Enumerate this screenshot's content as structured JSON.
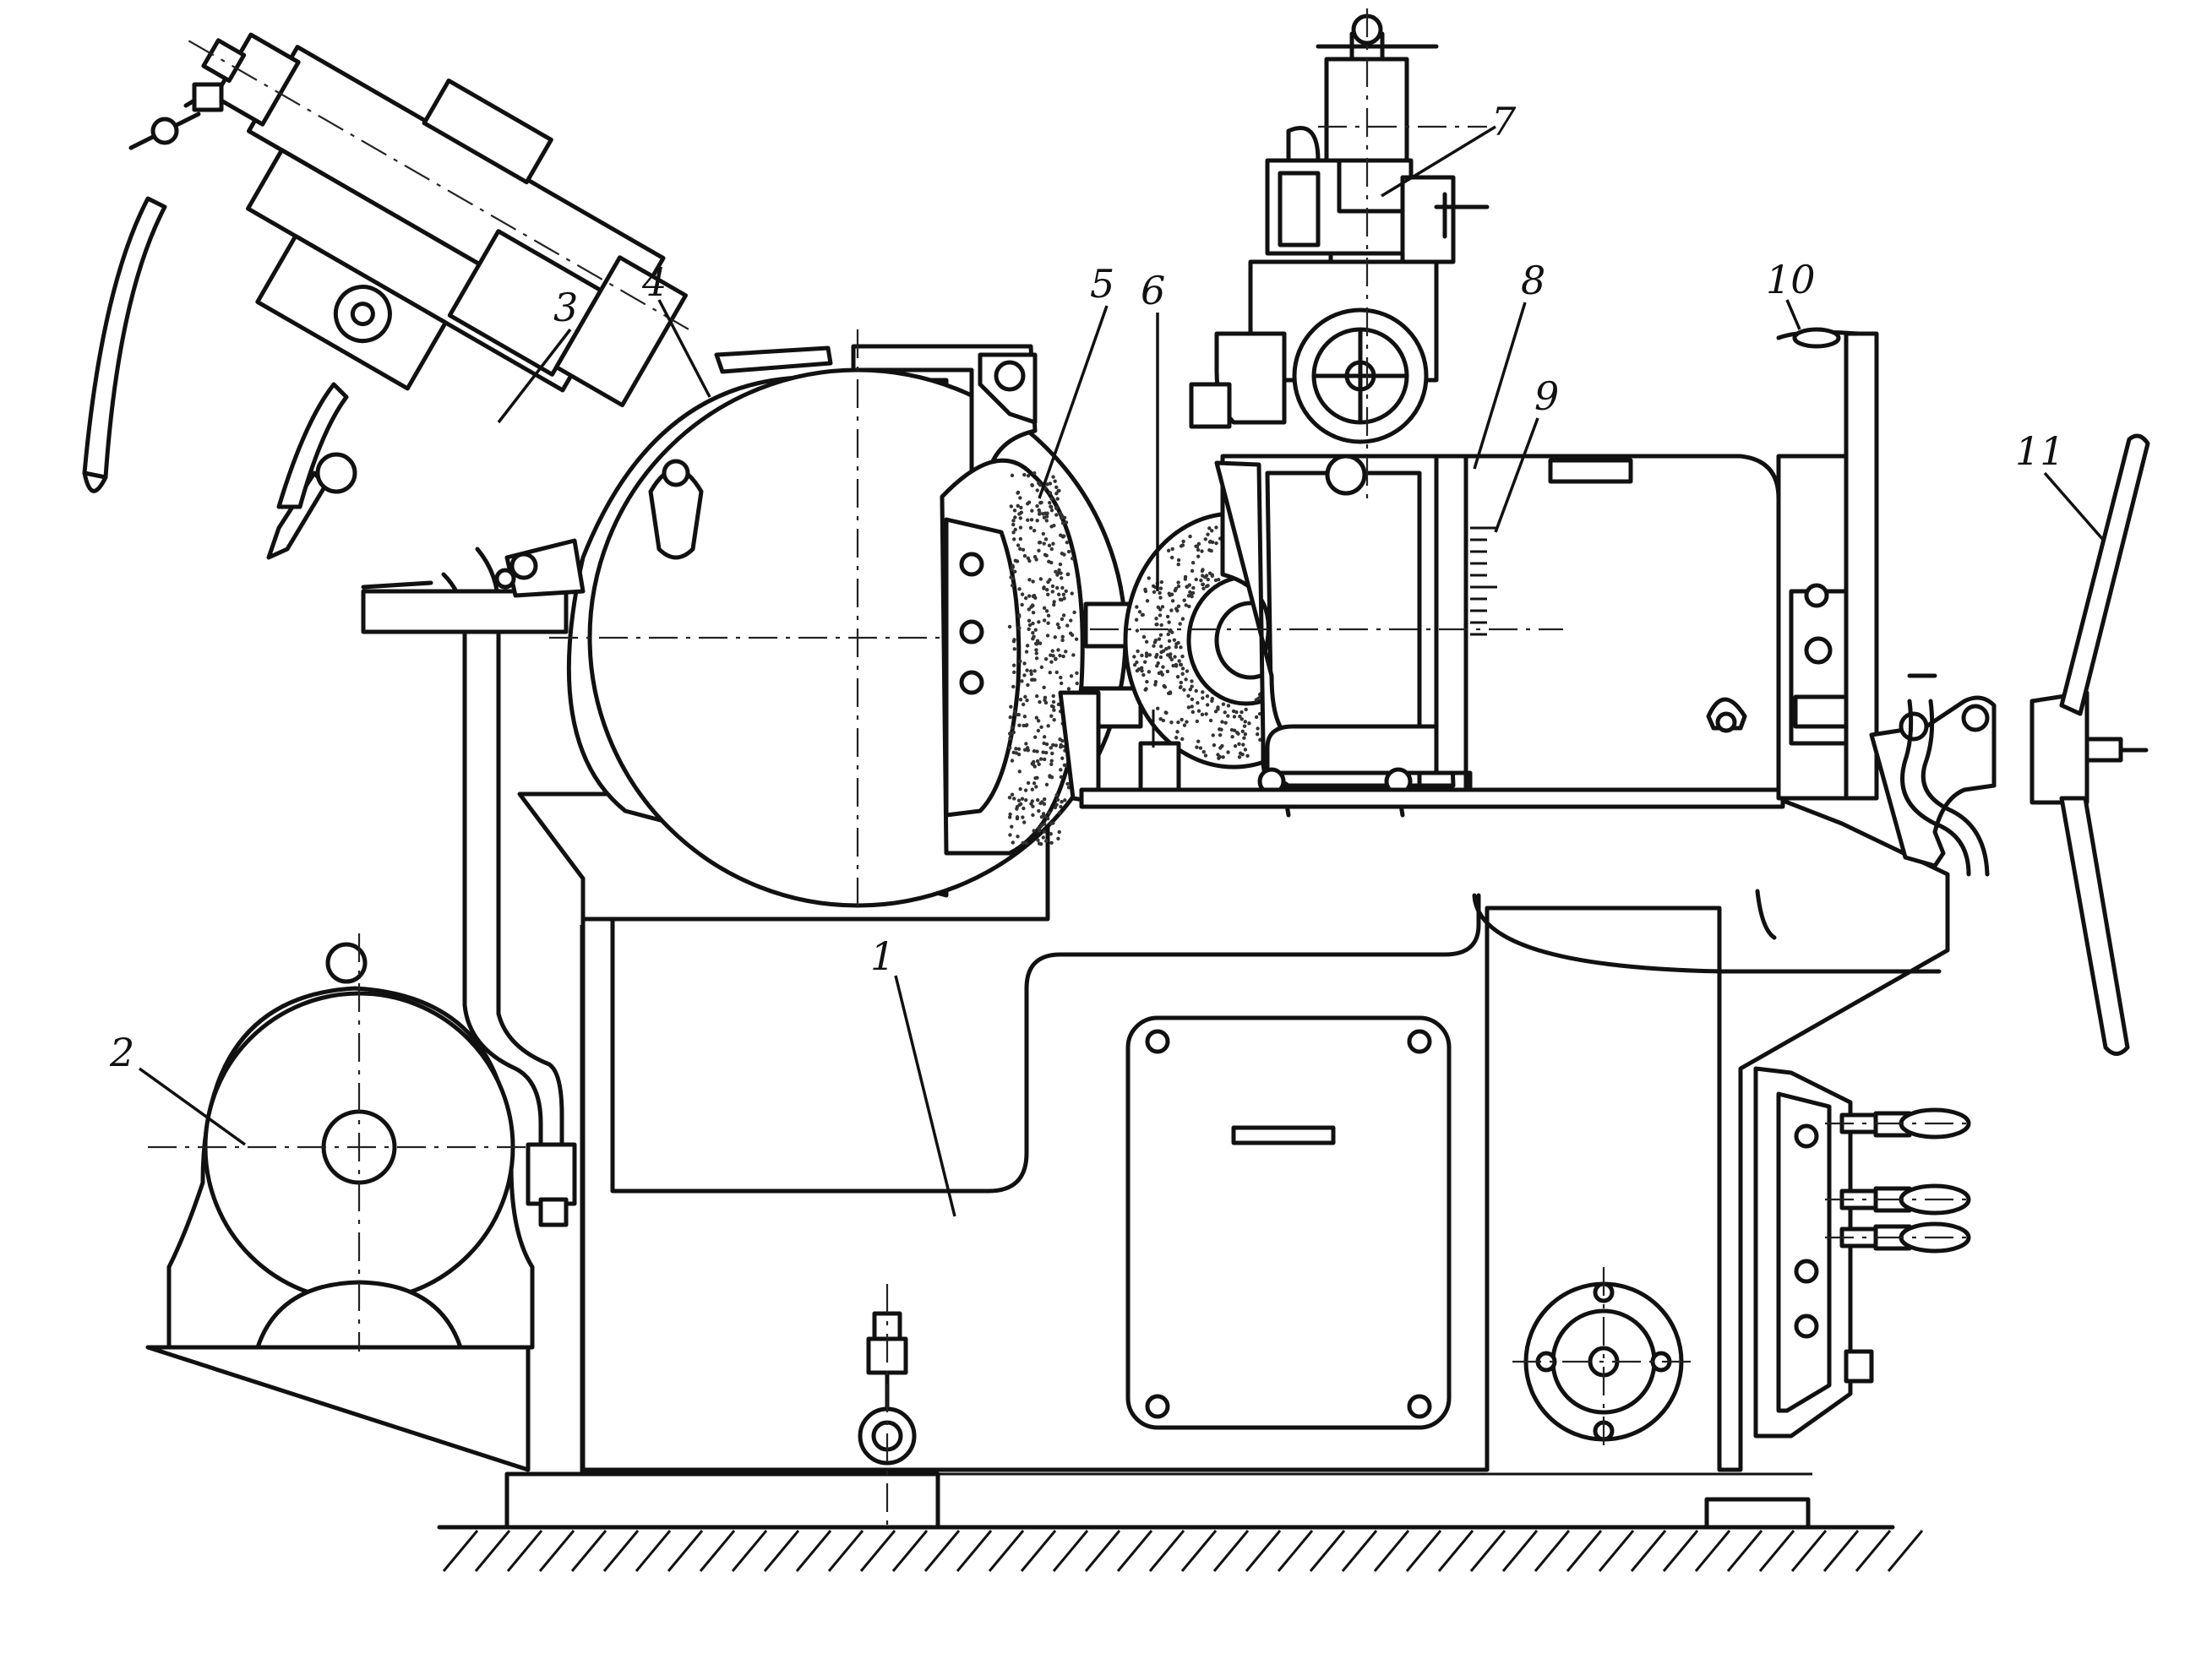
{
  "figure": {
    "callouts": [
      {
        "id": "1",
        "text": "1"
      },
      {
        "id": "2",
        "text": "2"
      },
      {
        "id": "3",
        "text": "3"
      },
      {
        "id": "4",
        "text": "4"
      },
      {
        "id": "5",
        "text": "5"
      },
      {
        "id": "6",
        "text": "6"
      },
      {
        "id": "7",
        "text": "7"
      },
      {
        "id": "8",
        "text": "8"
      },
      {
        "id": "9",
        "text": "9"
      },
      {
        "id": "10",
        "text": "10"
      },
      {
        "id": "11",
        "text": "11"
      }
    ]
  },
  "colors": {
    "ink": "#111111",
    "paper": "#ffffff",
    "grit": "#333333"
  }
}
